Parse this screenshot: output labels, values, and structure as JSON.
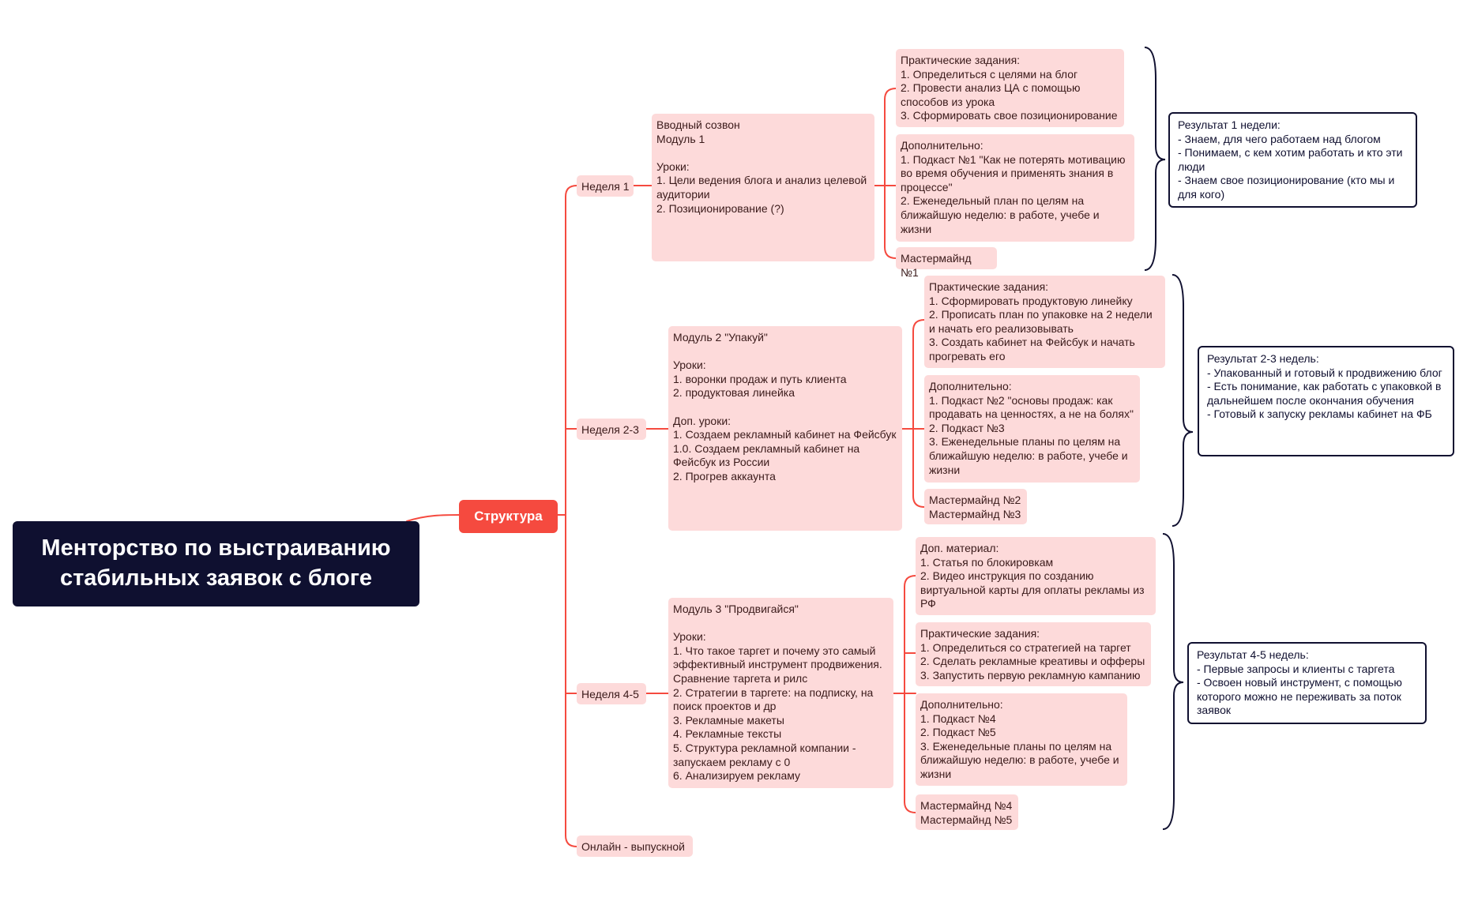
{
  "root": {
    "title": "Менторство по выстраиванию стабильных заявок с блоге"
  },
  "hub": {
    "label": "Структура"
  },
  "colors": {
    "root_bg": "#0f1030",
    "hub_bg": "#f54a3f",
    "branch_line": "#f54a3f",
    "node_bg": "#fddada",
    "result_border": "#101030"
  },
  "weeks": [
    {
      "label": "Неделя 1",
      "module": "Вводный созвон\nМодуль 1\n\nУроки:\n1. Цели ведения блога и анализ целевой аудитории\n2. Позиционирование (?)"
    },
    {
      "label": "Неделя 2-3",
      "module": "Модуль 2 \"Упакуй\"\n\nУроки:\n1. воронки продаж и путь клиента\n2. продуктовая линейка\n\nДоп. уроки:\n1. Создаем рекламный кабинет на Фейсбук\n1.0. Создаем рекламный кабинет на Фейсбук из России\n2. Прогрев аккаунта"
    },
    {
      "label": "Неделя 4-5",
      "module": "Модуль 3 \"Продвигайся\"\n\nУроки:\n1. Что такое таргет и почему это самый эффективный инструмент продвижения. Сравнение таргета и рилс\n2. Стратегии в таргете: на подписку, на поиск проектов и др\n3. Рекламные макеты\n4. Рекламные тексты\n5. Структура рекламной компании - запускаем рекламу с 0\n6. Анализируем рекламу"
    },
    {
      "label": "Онлайн - выпускной"
    }
  ],
  "week1_items": [
    "Практические задания:\n1. Определиться с целями на блог\n2. Провести анализ ЦА с помощью способов из урока\n3. Сформировать свое позиционирование",
    "Дополнительно:\n1. Подкаст №1 \"Как не потерять мотивацию во время обучения и применять знания в процессе\"\n2. Еженедельный план по целям на ближайшую неделю: в работе, учебе и жизни",
    "Мастермайнд №1"
  ],
  "week23_items": [
    "Практические задания:\n1. Сформировать продуктовую линейку\n2. Прописать план по упаковке на 2 недели и начать его реализовывать\n3. Создать кабинет на Фейсбук и начать прогревать его",
    "Дополнительно:\n1. Подкаст №2 \"основы продаж: как продавать на ценностях, а не на болях\"\n2. Подкаст №3\n3. Еженедельные планы по целям на ближайшую неделю: в работе, учебе и жизни",
    "Мастермайнд №2\nМастермайнд №3"
  ],
  "week45_items": [
    "Доп. материал:\n1. Статья по блокировкам\n2. Видео инструкция по созданию виртуальной карты для оплаты рекламы из РФ",
    "Практические задания:\n1. Определиться со стратегией на таргет\n2. Сделать рекламные креативы и офферы\n3. Запустить первую рекламную кампанию",
    "Дополнительно:\n1. Подкаст №4\n2. Подкаст №5\n3. Еженедельные планы по целям на ближайшую неделю: в работе, учебе и жизни",
    "Мастермайнд №4\nМастермайнд №5"
  ],
  "results": [
    "Результат 1 недели:\n- Знаем, для чего работаем над блогом\n- Понимаем, с кем хотим работать и кто эти люди\n- Знаем свое позиционирование (кто мы и для кого)",
    "Результат 2-3 недель:\n- Упакованный и готовый к продвижению блог\n- Есть понимание, как работать с упаковкой в дальнейшем после окончания обучения\n- Готовый к запуску рекламы кабинет на ФБ",
    "Результат 4-5 недель:\n- Первые запросы и клиенты с таргета\n- Освоен новый инструмент, с помощью которого можно не переживать за поток заявок"
  ]
}
